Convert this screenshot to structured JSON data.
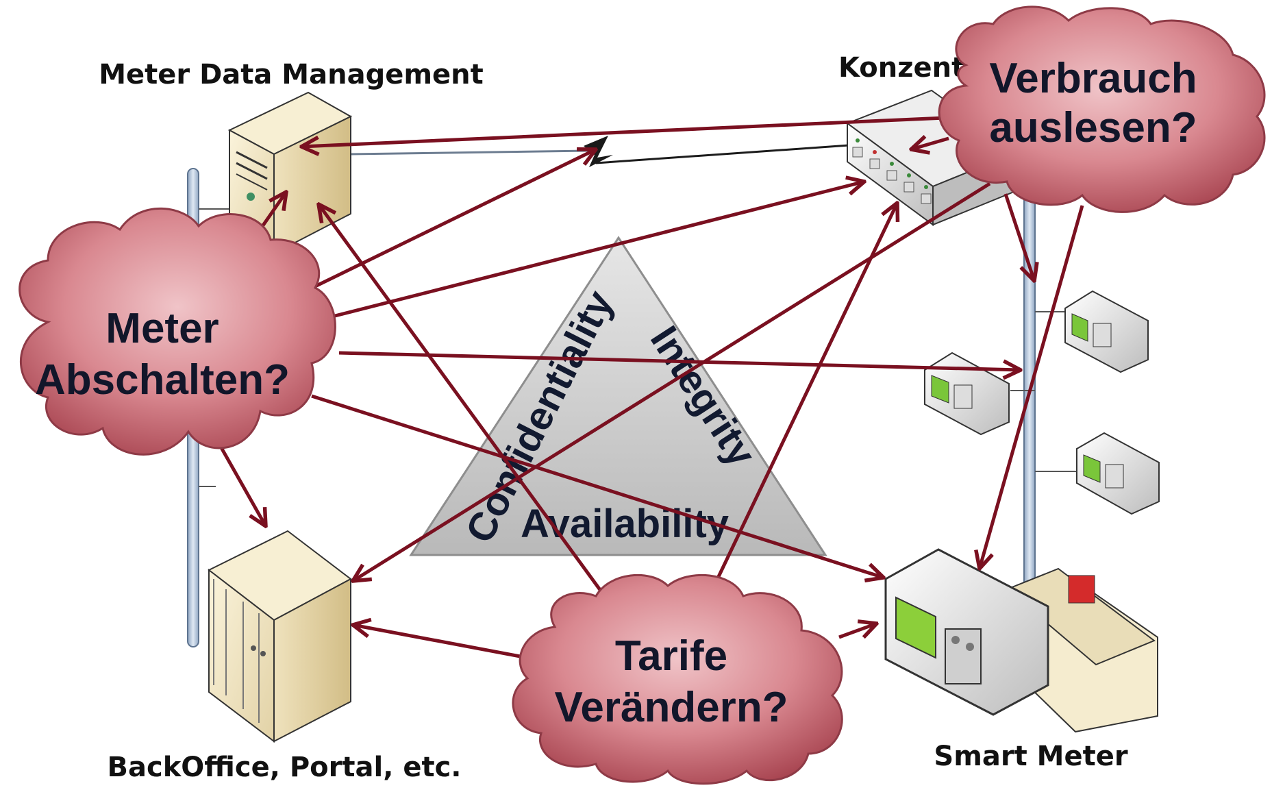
{
  "nodes": {
    "mdm": "Meter Data Management",
    "concentrator": "Konzentra",
    "backoffice": "BackOffice, Portal, etc.",
    "smart_meter": "Smart Meter"
  },
  "cia": {
    "confidentiality": "Confidentiality",
    "integrity": "Integrity",
    "availability": "Availability"
  },
  "threats": {
    "meter_abschalten": [
      "Meter",
      "Abschalten?"
    ],
    "verbrauch": [
      "Verbrauch",
      "auslesen?"
    ],
    "tarife": [
      "Tarife",
      "Verändern?"
    ]
  },
  "colors": {
    "arrow": "#7a1020",
    "cloud_fill": "#c0606c",
    "bus": "#b8c8dc",
    "server": "#f0e6c8",
    "triangle": "#c8c8c8"
  }
}
